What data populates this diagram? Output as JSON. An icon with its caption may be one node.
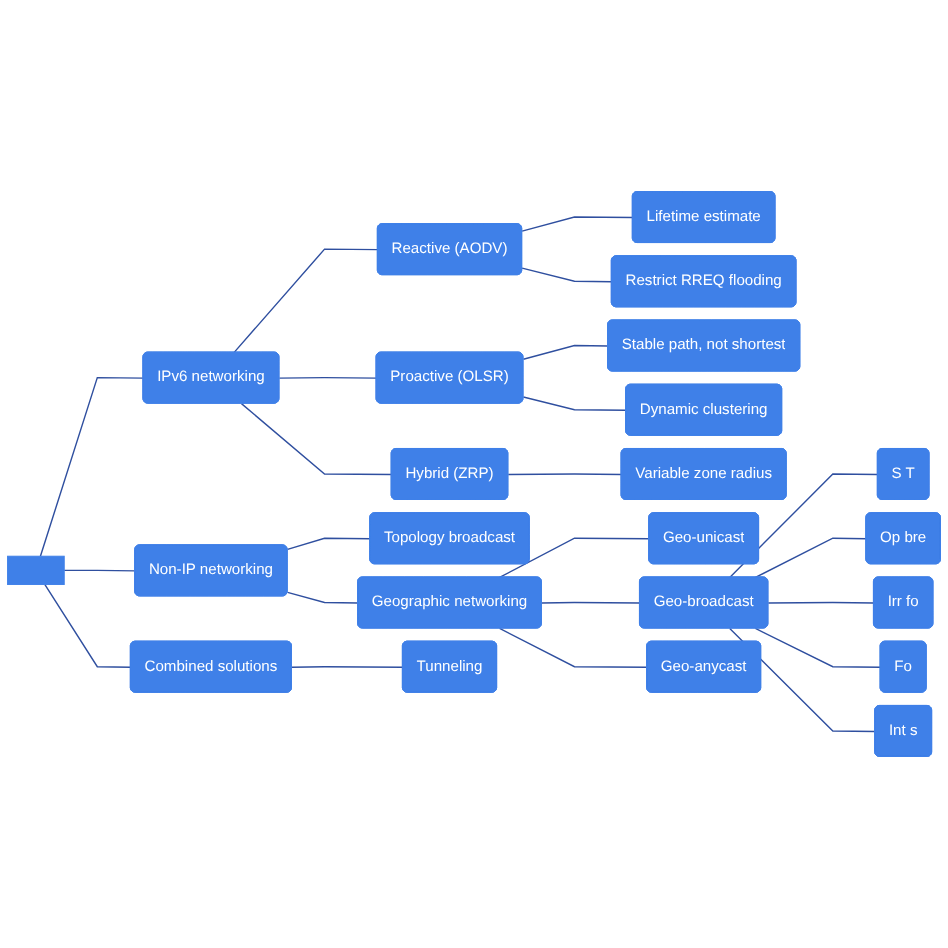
{
  "diagram": {
    "nodes": [
      {
        "text": [],
        "shape": "box"
      },
      {
        "text": [
          "IPv6 networking"
        ]
      },
      {
        "text": [
          "Non-IP networking"
        ]
      },
      {
        "text": [
          "Combined solutions"
        ]
      },
      {
        "text": [
          "Reactive (AODV)"
        ]
      },
      {
        "text": [
          "Proactive (OLSR)"
        ]
      },
      {
        "text": [
          "Hybrid (ZRP)"
        ]
      },
      {
        "text": [
          "Topology broadcast"
        ]
      },
      {
        "text": [
          "Geographic networking"
        ]
      },
      {
        "text": [
          "Tunneling"
        ]
      },
      {
        "text": [
          "Lifetime estimate"
        ]
      },
      {
        "text": [
          "Restrict RREQ flooding"
        ]
      },
      {
        "text": [
          "Stable path, not shortest"
        ]
      },
      {
        "text": [
          "Dynamic clustering"
        ]
      },
      {
        "text": [
          "Variable zone radius"
        ]
      },
      {
        "text": [
          "Geo-unicast"
        ]
      },
      {
        "text": [
          "Geo-broadcast"
        ]
      },
      {
        "text": [
          "Geo-anycast"
        ]
      },
      {
        "text": [
          "S T"
        ]
      },
      {
        "text": [
          "Op bre"
        ]
      },
      {
        "text": [
          "Irr fo"
        ]
      },
      {
        "text": [
          "Fo"
        ]
      },
      {
        "text": [
          "Int s"
        ]
      }
    ],
    "edges": [
      {
        "from": 0,
        "to": 1,
        "arrow": "none"
      },
      {
        "from": 0,
        "to": 2,
        "arrow": "none"
      },
      {
        "from": 0,
        "to": 3,
        "arrow": "none"
      },
      {
        "from": 1,
        "to": 4,
        "arrow": "none"
      },
      {
        "from": 1,
        "to": 5,
        "arrow": "none"
      },
      {
        "from": 1,
        "to": 6,
        "arrow": "none"
      },
      {
        "from": 2,
        "to": 7,
        "arrow": "none"
      },
      {
        "from": 2,
        "to": 8,
        "arrow": "none"
      },
      {
        "from": 3,
        "to": 9,
        "arrow": "none"
      },
      {
        "from": 4,
        "to": 10,
        "arrow": "none"
      },
      {
        "from": 4,
        "to": 11,
        "arrow": "none"
      },
      {
        "from": 5,
        "to": 12,
        "arrow": "none"
      },
      {
        "from": 5,
        "to": 13,
        "arrow": "none"
      },
      {
        "from": 6,
        "to": 14,
        "arrow": "none"
      },
      {
        "from": 8,
        "to": 15,
        "arrow": "none"
      },
      {
        "from": 8,
        "to": 16,
        "arrow": "none"
      },
      {
        "from": 8,
        "to": 17,
        "arrow": "none"
      },
      {
        "from": 16,
        "to": 18,
        "arrow": "none"
      },
      {
        "from": 16,
        "to": 19,
        "arrow": "none"
      },
      {
        "from": 16,
        "to": 20,
        "arrow": "none"
      },
      {
        "from": 16,
        "to": 21,
        "arrow": "none"
      },
      {
        "from": 16,
        "to": 22,
        "arrow": "none"
      }
    ]
  }
}
